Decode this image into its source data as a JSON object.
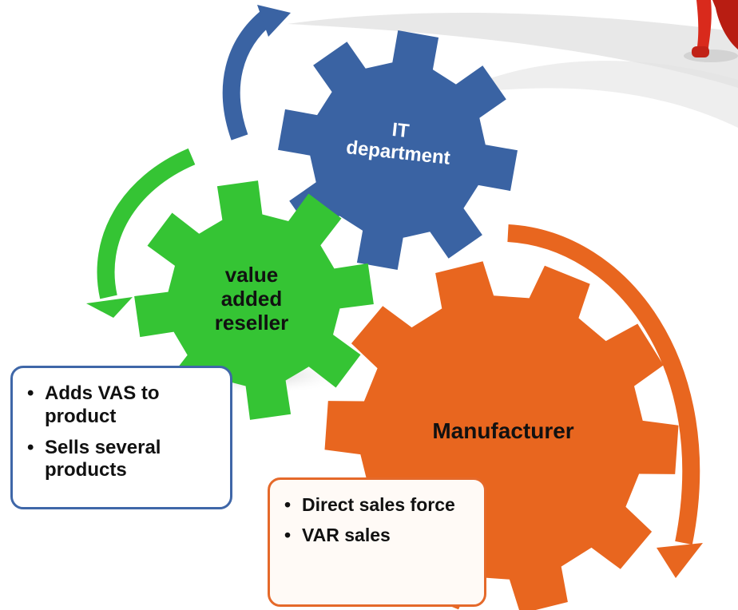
{
  "colors": {
    "it_gear": "#3a63a3",
    "var_gear": "#35c434",
    "manufacturer_gear": "#e8661f",
    "var_box_border": "#3f67a8",
    "manufacturer_box_border": "#e5692a",
    "figure": "#d92a1c"
  },
  "gears": {
    "it": {
      "line1": "IT",
      "line2": "department"
    },
    "var": {
      "line1": "value",
      "line2": "added",
      "line3": "reseller"
    },
    "manufacturer": {
      "label": "Manufacturer"
    }
  },
  "var_box": {
    "bullet": "•",
    "items": [
      "Adds VAS to product",
      "Sells several products"
    ]
  },
  "manufacturer_box": {
    "bullet": "•",
    "items": [
      "Direct sales force",
      "VAR sales"
    ]
  },
  "icons": {
    "blue_arrow": "curved-arrow-up-icon",
    "green_arrow": "curved-arrow-down-icon",
    "orange_arrow": "curved-arrow-down-icon",
    "figure": "red-3d-figure-icon"
  }
}
